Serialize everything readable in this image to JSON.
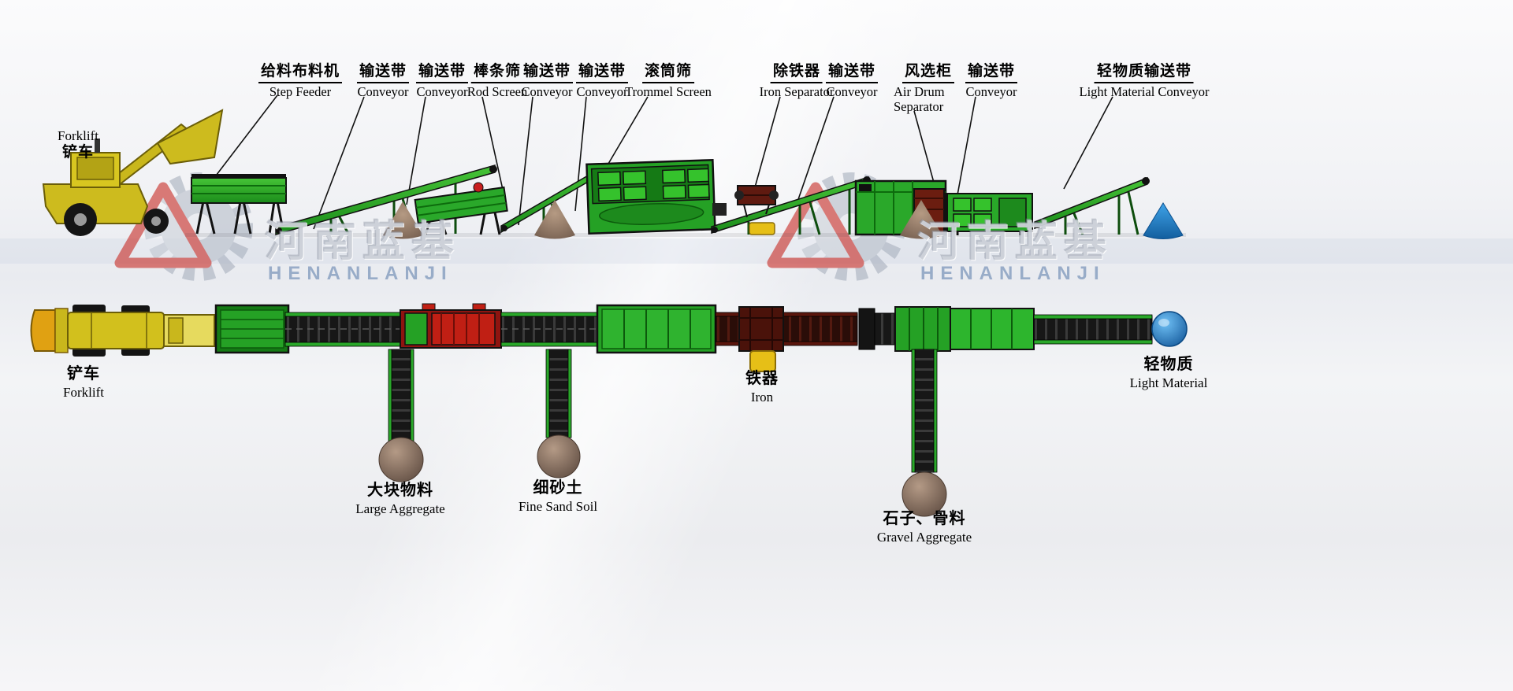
{
  "brand": {
    "cn": "河南蓝基",
    "en": "HENANLANJI"
  },
  "colors": {
    "machine_green": "#2aa82a",
    "belt_black": "#171717",
    "forklift_yellow": "#d2c01d",
    "pile_brown": "#8d7260",
    "light_material_blue": "#1d7fd2",
    "iron_yellow": "#e6bf17",
    "rod_screen_red": "#c01f14",
    "logo_red": "#c9302a",
    "logo_gray": "#aab2bf",
    "label_text": "#000000"
  },
  "side_view": {
    "forklift": {
      "en": "Forklift",
      "cn": "铲车"
    },
    "callouts": [
      {
        "cn": "给料布料机",
        "en": "Step Feeder"
      },
      {
        "cn": "输送带",
        "en": "Conveyor"
      },
      {
        "cn": "输送带",
        "en": "Conveyor"
      },
      {
        "cn": "棒条筛",
        "en": "Rod Screen"
      },
      {
        "cn": "输送带",
        "en": "Conveyor"
      },
      {
        "cn": "输送带",
        "en": "Conveyor"
      },
      {
        "cn": "滚筒筛",
        "en": "Trommel Screen"
      },
      {
        "cn": "除铁器",
        "en": "Iron Separator"
      },
      {
        "cn": "输送带",
        "en": "Conveyor"
      },
      {
        "cn": "风选柜",
        "en": "Air Drum Separator"
      },
      {
        "cn": "输送带",
        "en": "Conveyor"
      },
      {
        "cn": "轻物质输送带",
        "en": "Light Material Conveyor"
      }
    ]
  },
  "plan_view": {
    "forklift": {
      "cn": "铲车",
      "en": "Forklift"
    },
    "outputs": [
      {
        "cn": "大块物料",
        "en": "Large Aggregate"
      },
      {
        "cn": "细砂土",
        "en": "Fine Sand Soil"
      },
      {
        "cn": "铁器",
        "en": "Iron"
      },
      {
        "cn": "石子、骨料",
        "en": "Gravel Aggregate"
      },
      {
        "cn": "轻物质",
        "en": "Light Material"
      }
    ]
  }
}
